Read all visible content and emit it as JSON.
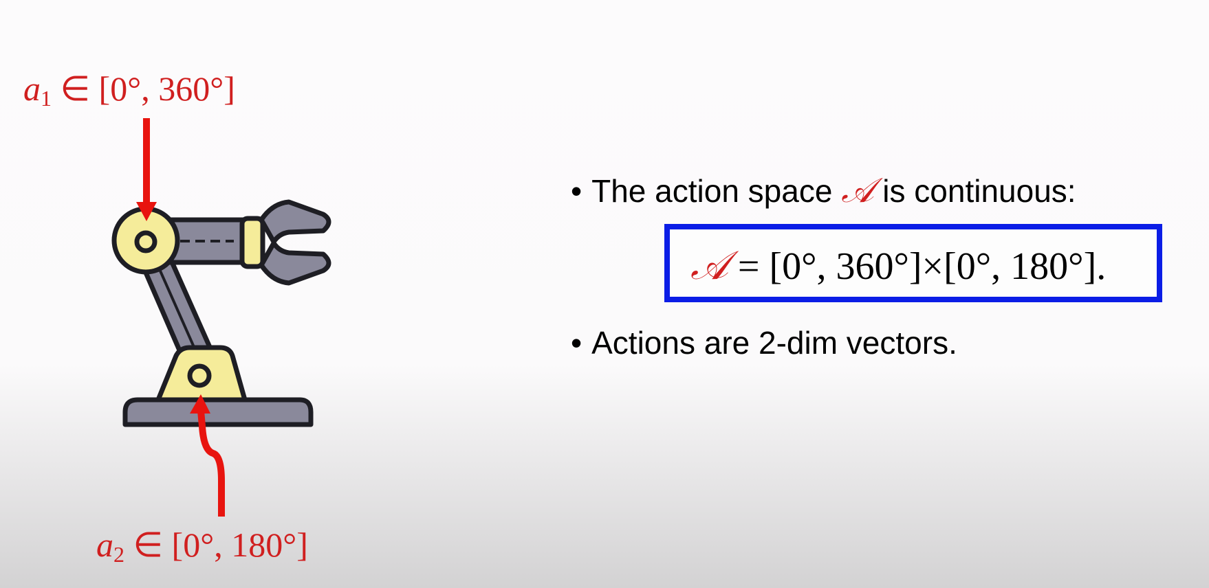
{
  "annotations": {
    "a1": {
      "variable": "a",
      "subscript": "1",
      "range": " ∈ [0°, 360°]"
    },
    "a2": {
      "variable": "a",
      "subscript": "2",
      "range": " ∈ [0°, 180°]"
    }
  },
  "bullets": {
    "bullet_symbol": "•",
    "first_before": "The action space ",
    "first_symbol": "𝒜",
    "first_after": " is continuous:",
    "second": "Actions are 2-dim vectors."
  },
  "formula": {
    "symbol": "𝒜",
    "body": " = [0°, 360°]×[0°, 180°]."
  },
  "colors": {
    "annotation_red": "#d01f1f",
    "box_blue": "#0b1de6",
    "robot_yellow": "#f5ec9a",
    "robot_gray": "#8a899b",
    "outline": "#1e1e24"
  },
  "icons": {
    "robot": "robot-arm-icon",
    "arrow_a1": "arrow-down-icon",
    "arrow_a2": "arrow-up-icon"
  }
}
